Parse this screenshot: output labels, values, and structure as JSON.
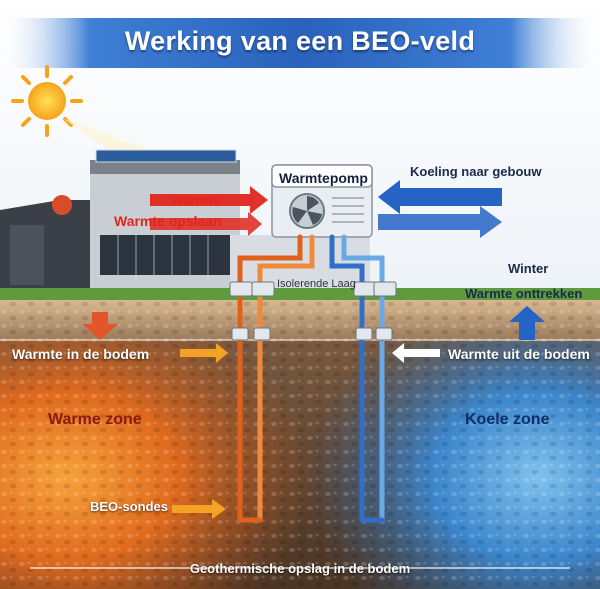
{
  "title": "Werking van een BEO-veld",
  "labels": {
    "warmte": "Warmte",
    "warmte_opslaan": "Warmte opslaan",
    "warmtepomp": "Warmtepomp",
    "koeling": "Koeling naar gebouw",
    "isolerende_laag": "Isolerende Laag",
    "winter": "Winter",
    "warmte_onttrekken": "Warmte onttrekken",
    "warmte_in_bodem": "Warmte in de bodem",
    "warmte_uit_bodem": "Warmte uit de bodem",
    "warme_zone": "Warme zone",
    "koele_zone": "Koele zone",
    "beo_sondes": "BEO-sondes",
    "geothermische_opslag": "Geothermische opslag in de bodem"
  },
  "colors": {
    "warm": "#e0261c",
    "cool": "#1f5fbf",
    "title_bar": "#2f6fc8"
  }
}
